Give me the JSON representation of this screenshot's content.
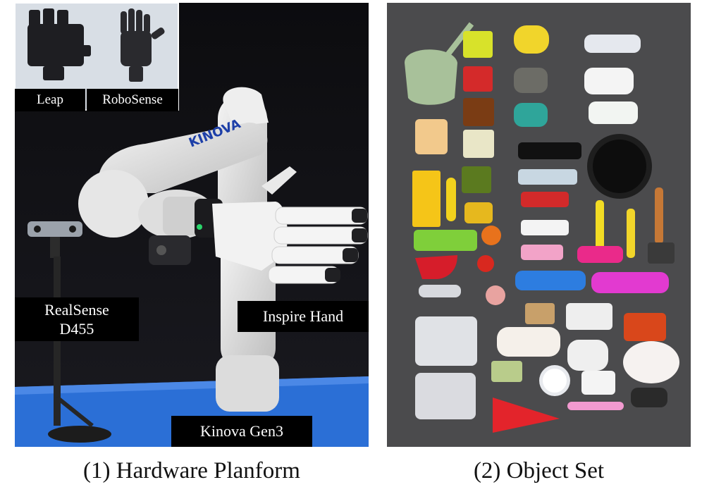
{
  "figure": {
    "left_caption": "(1) Hardware Planform",
    "right_caption": "(2) Object Set"
  },
  "hardware_panel": {
    "labels": {
      "leap": "Leap",
      "robosense": "RoboSense",
      "realsense": "RealSense\nD455",
      "inspire": "Inspire Hand",
      "kinova": "Kinova Gen3"
    },
    "arm_logo_text": "KINOVA"
  },
  "colors": {
    "table_blue": "#2b6fd6",
    "backdrop": "#111114",
    "arm_white": "#e9e9e9",
    "carpet_gray": "#4b4b4d"
  }
}
